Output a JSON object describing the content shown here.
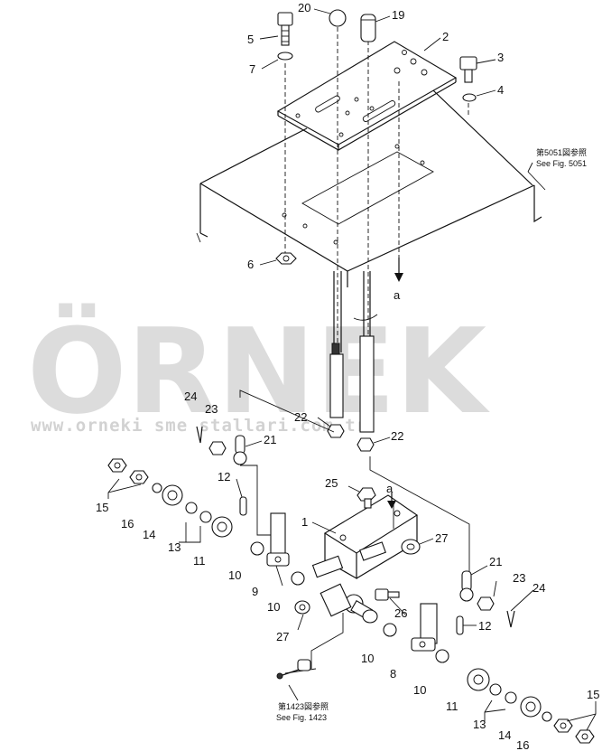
{
  "watermark": {
    "brand": "ÖRNEK",
    "url": "www.orneki sme stallari.com.tr",
    "accent_color": "#f2d25a"
  },
  "references": {
    "top_right_jp": "第5051図参照",
    "top_right_en": "See Fig. 5051",
    "bottom_jp": "第1423図参照",
    "bottom_en": "See Fig. 1423"
  },
  "arrows": {
    "a_upper": "a",
    "a_lower": "a"
  },
  "part_labels": {
    "p1": "1",
    "p2": "2",
    "p3": "3",
    "p4": "4",
    "p5": "5",
    "p6": "6",
    "p7": "7",
    "p8": "8",
    "p9": "9",
    "p10a": "10",
    "p10b": "10",
    "p10c": "10",
    "p10d": "10",
    "p11a": "11",
    "p11b": "11",
    "p12a": "12",
    "p12b": "12",
    "p13a": "13",
    "p13b": "13",
    "p14a": "14",
    "p14b": "14",
    "p15a": "15",
    "p15b": "15",
    "p16a": "16",
    "p16b": "16",
    "p19": "19",
    "p20": "20",
    "p21a": "21",
    "p21b": "21",
    "p22a": "22",
    "p22b": "22",
    "p23a": "23",
    "p23b": "23",
    "p24a": "24",
    "p24b": "24",
    "p25": "25",
    "p26": "26",
    "p27a": "27",
    "p27b": "27"
  }
}
